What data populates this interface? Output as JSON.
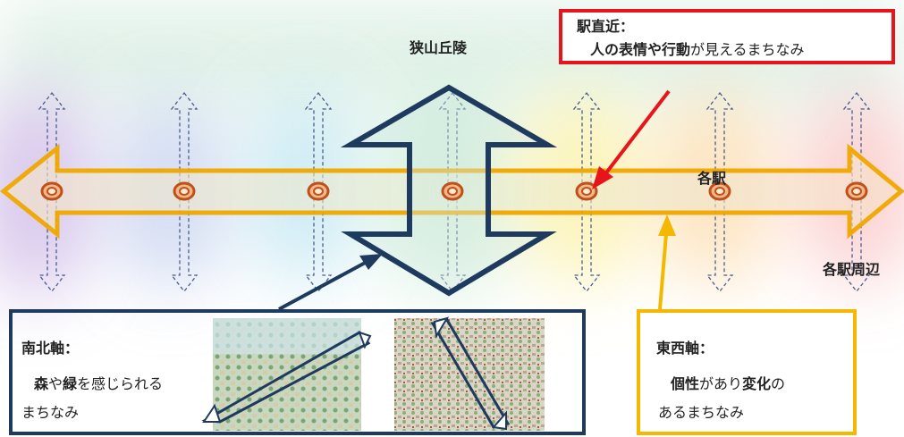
{
  "title_hill": "狭山丘陵",
  "callout_station": {
    "line1": "駅直近：",
    "line2_bold": "人の表情や行動",
    "line2_rest": "が見えるまちなみ",
    "border_color": "#e8141b"
  },
  "label_each_station": "各駅",
  "label_station_surroundings": "各駅周辺",
  "north_south": {
    "heading": "南北軸：",
    "mori": "森",
    "ya": "や",
    "midori": "緑",
    "rest": "を感じられる",
    "line3": "まちなみ",
    "border_color": "#1f3a5f"
  },
  "east_west": {
    "heading": "東西軸：",
    "kosei": "個性",
    "ari": "があり",
    "henka": "変化",
    "no": "の",
    "line3": "あるまちなみ",
    "border_color": "#f5b800"
  },
  "colors": {
    "axis_ew": "#f0a800",
    "axis_ns": "#1f3a5f",
    "station_ring": "#c0501a",
    "dashed_arrow": "#4a5d8c"
  },
  "icons": {
    "station_marker": "station-ring-icon",
    "ns_arrow": "north-south-big-arrow",
    "ew_arrow": "east-west-big-arrow"
  }
}
